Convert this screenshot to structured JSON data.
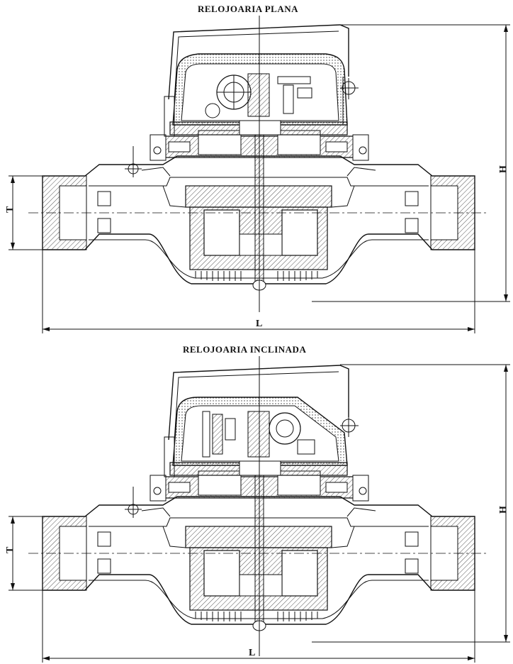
{
  "drawings": [
    {
      "title": "RELOJOARIA PLANA",
      "dims": {
        "height": "H",
        "thread": "T",
        "length": "L"
      }
    },
    {
      "title": "RELOJOARIA INCLINADA",
      "dims": {
        "height": "H",
        "thread": "T",
        "length": "L"
      }
    }
  ],
  "colors": {
    "line": "#111111",
    "hatch": "#555555",
    "background": "#ffffff"
  }
}
